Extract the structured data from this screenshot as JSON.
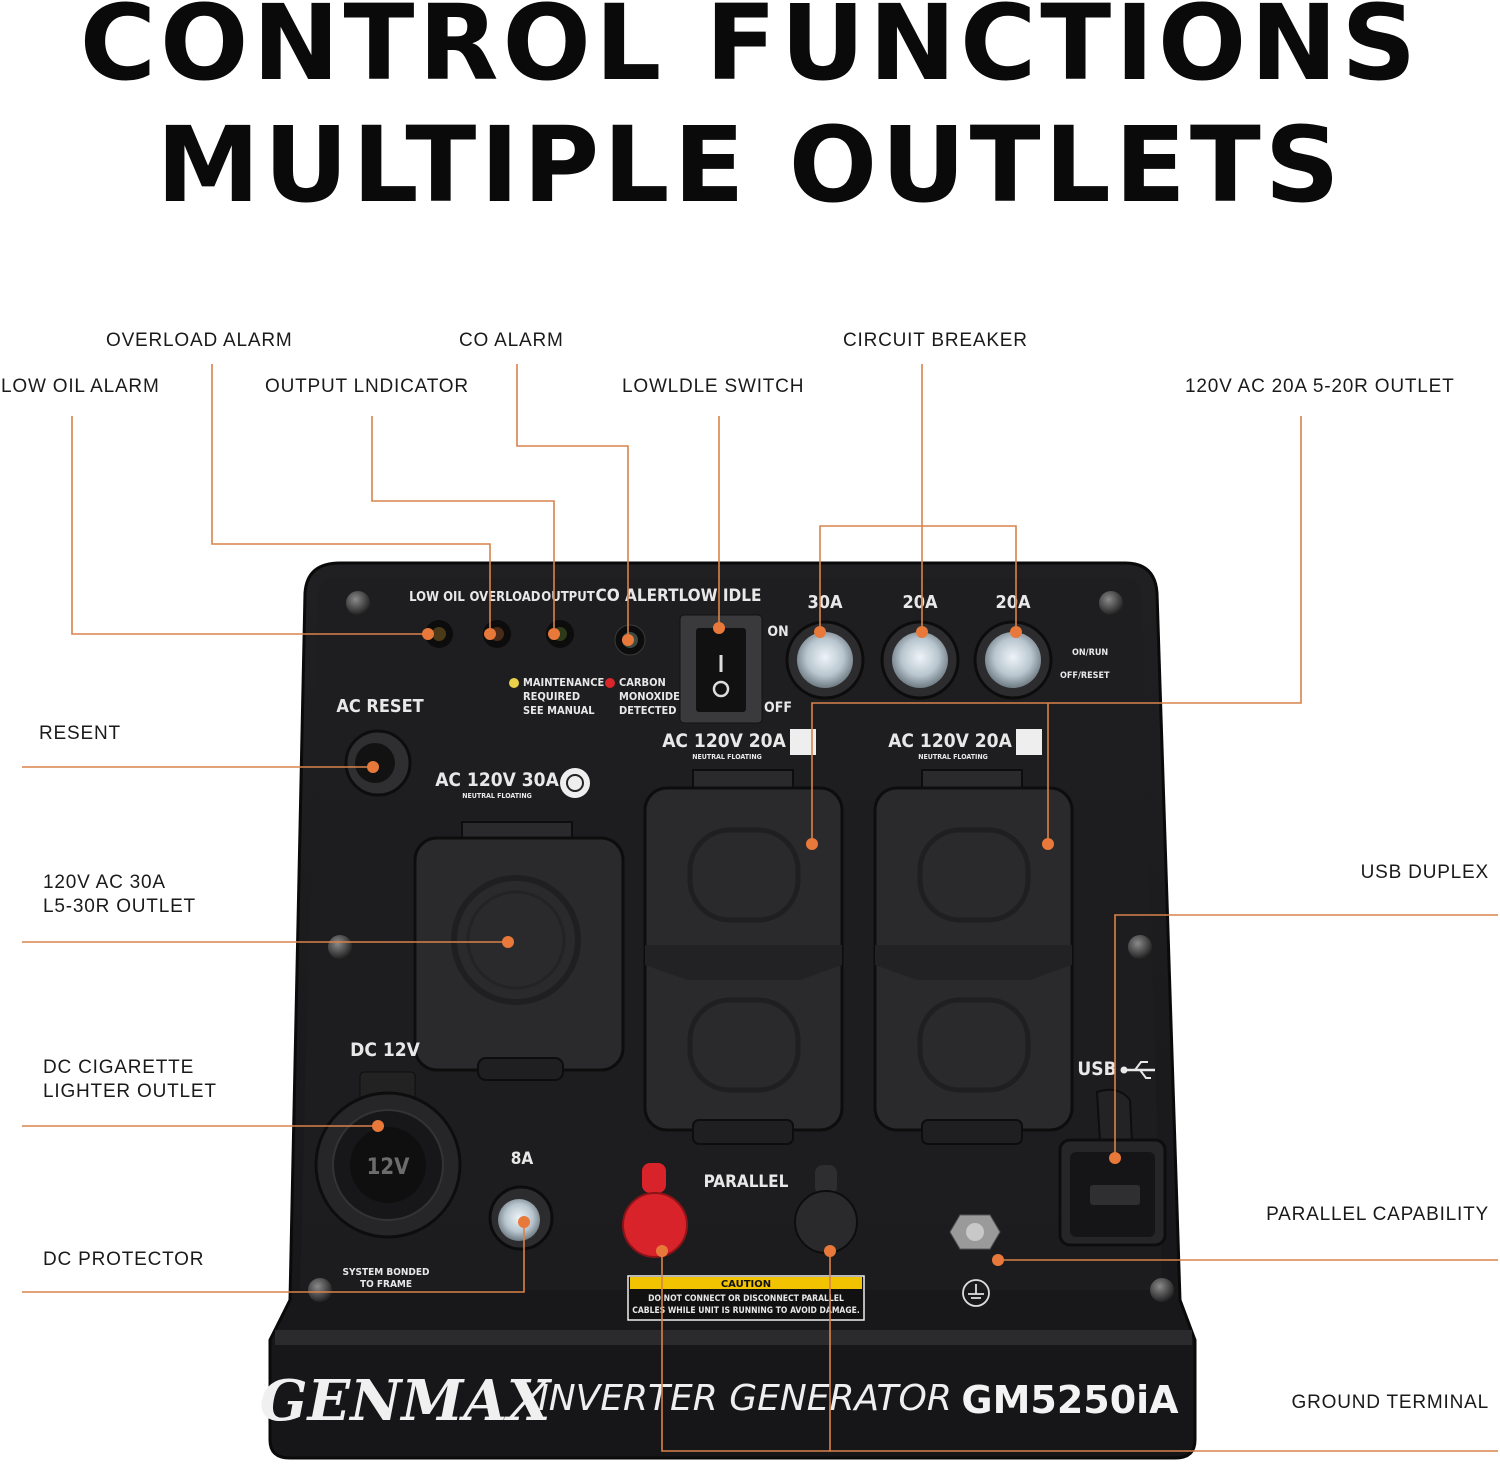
{
  "title": {
    "line1": "CONTROL FUNCTIONS",
    "line2": "MULTIPLE OUTLETS"
  },
  "callouts": {
    "overload_alarm": "OVERLOAD ALARM",
    "co_alarm": "CO ALARM",
    "circuit_breaker": "CIRCUIT BREAKER",
    "low_oil_alarm": "LOW OIL ALARM",
    "output_indicator": "OUTPUT LNDICATOR",
    "low_idle_switch": "LOWLDLE SWITCH",
    "outlet_20a": "120V AC 20A 5-20R OUTLET",
    "reset": "RESENT",
    "outlet_30a_line1": "120V AC 30A",
    "outlet_30a_line2": "L5-30R OUTLET",
    "dc_lighter_line1": "DC CIGARETTE",
    "dc_lighter_line2": "LIGHTER OUTLET",
    "dc_protector": "DC PROTECTOR",
    "usb_duplex": "USB DUPLEX",
    "parallel_capability": "PARALLEL CAPABILITY",
    "ground_terminal": "GROUND TERMINAL"
  },
  "panel": {
    "low_oil": "LOW OIL",
    "overload": "OVERLOAD",
    "output": "OUTPUT",
    "co_alert": "CO ALERT",
    "low_idle": "LOW IDLE",
    "on": "ON",
    "off": "OFF",
    "breaker_30a": "30A",
    "breaker_20a_1": "20A",
    "breaker_20a_2": "20A",
    "on_run": "ON/RUN",
    "off_reset": "OFF/RESET",
    "maintenance_1": "MAINTENANCE",
    "maintenance_2": "REQUIRED",
    "maintenance_3": "SEE MANUAL",
    "carbon_1": "CARBON",
    "carbon_2": "MONOXIDE",
    "carbon_3": "DETECTED",
    "ac_reset": "AC RESET",
    "ac_30a": "AC 120V 30A",
    "ac_20a_1": "AC 120V 20A",
    "ac_20a_2": "AC 120V 20A",
    "neutral_floating": "NEUTRAL FLOATING",
    "dc_12v": "DC 12V",
    "socket_12v": "12V",
    "system_bonded_1": "SYSTEM BONDED",
    "system_bonded_2": "TO FRAME",
    "fuse_8a": "8A",
    "parallel": "PARALLEL",
    "caution_title": "CAUTION",
    "caution_line1": "DO NOT CONNECT OR DISCONNECT PARALLEL",
    "caution_line2": "CABLES WHILE UNIT IS RUNNING TO AVOID DAMAGE.",
    "usb": "USB",
    "brand": "GENMAX",
    "product": "INVERTER GENERATOR",
    "model": "GM5250iA"
  },
  "colors": {
    "leader": "#d9824a",
    "dot": "#e8793a",
    "panel": "#1b1b1d",
    "panel_edge": "#0b0b0c",
    "cover": "#2a2a2c",
    "red_cap": "#d8232a",
    "caution_yellow": "#f2c300",
    "maintenance_led": "#e9d24a",
    "co_led": "#d9262b"
  }
}
